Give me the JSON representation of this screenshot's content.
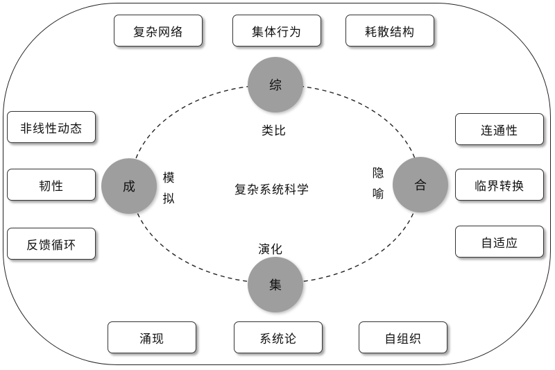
{
  "center_label": "复杂系统科学",
  "top_boxes": [
    "复杂网络",
    "集体行为",
    "耗散结构"
  ],
  "left_boxes": [
    "非线性动态",
    "韧性",
    "反馈循环"
  ],
  "right_boxes": [
    "连通性",
    "临界转换",
    "自适应"
  ],
  "bottom_boxes": [
    "涌现",
    "系统论",
    "自组织"
  ],
  "nodes": {
    "top": "综",
    "left": "成",
    "right": "合",
    "bottom": "集"
  },
  "ring_labels": {
    "top": "类比",
    "left": "模拟",
    "right": "隐喻",
    "bottom": "演化"
  },
  "colors": {
    "node_fill": "#9e9e9e",
    "line": "#222222"
  }
}
